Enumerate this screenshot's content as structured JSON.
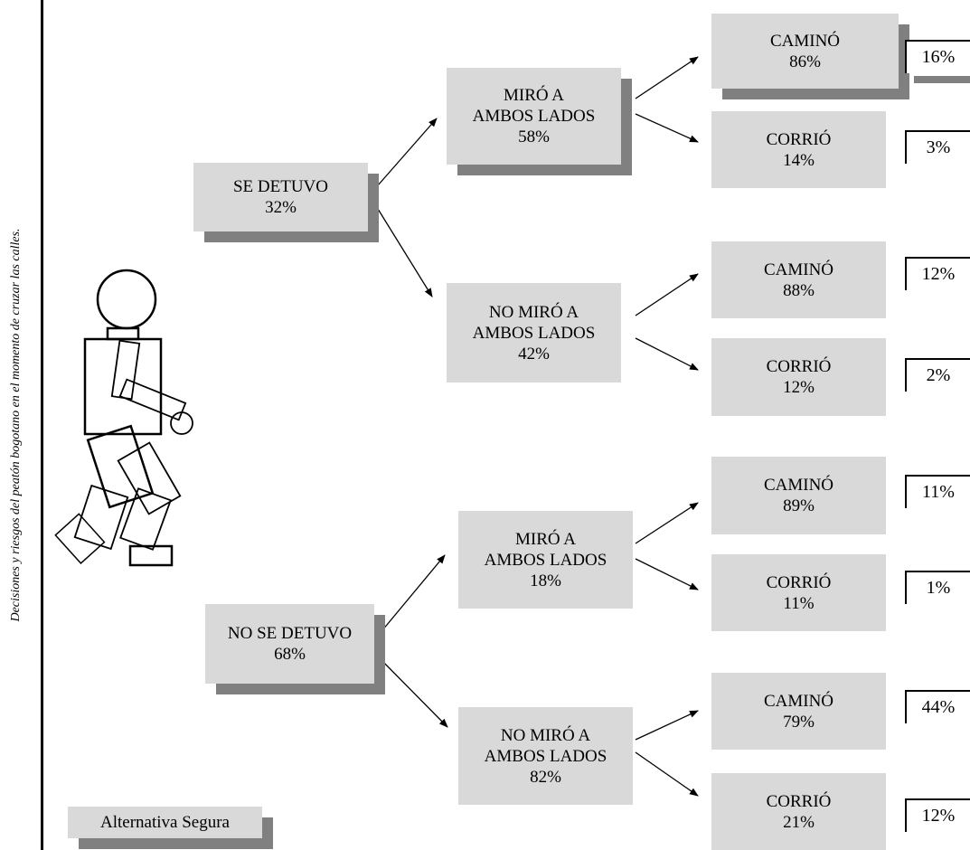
{
  "side_caption": "Decisiones y riesgos del peatón bogotano en el momento de cruzar las calles.",
  "legend": "Alternativa Segura",
  "level1": [
    {
      "label": "SE DETUVO\n32%"
    },
    {
      "label": "NO SE DETUVO\n68%"
    }
  ],
  "level2": [
    {
      "label": "MIRÓ A\nAMBOS LADOS\n58%"
    },
    {
      "label": "NO MIRÓ A\nAMBOS LADOS\n42%"
    },
    {
      "label": "MIRÓ A\nAMBOS LADOS\n18%"
    },
    {
      "label": "NO MIRÓ A\nAMBOS LADOS\n82%"
    }
  ],
  "level3": [
    {
      "label": "CAMINÓ\n86%"
    },
    {
      "label": "CORRIÓ\n14%"
    },
    {
      "label": "CAMINÓ\n88%"
    },
    {
      "label": "CORRIÓ\n12%"
    },
    {
      "label": "CAMINÓ\n89%"
    },
    {
      "label": "CORRIÓ\n11%"
    },
    {
      "label": "CAMINÓ\n79%"
    },
    {
      "label": "CORRIÓ\n21%"
    }
  ],
  "outcomes": [
    "16%",
    "3%",
    "12%",
    "2%",
    "11%",
    "1%",
    "44%",
    "12%"
  ]
}
